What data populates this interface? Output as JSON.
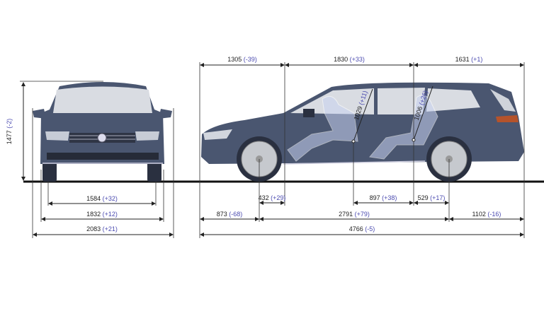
{
  "colors": {
    "delta": "#4b4bb0",
    "car_body": "#4a5670",
    "ground": "#111111"
  },
  "front_view": {
    "height": {
      "value": "1477",
      "delta": "(-2)"
    },
    "track": {
      "value": "1584",
      "delta": "(+32)"
    },
    "width": {
      "value": "1832",
      "delta": "(+12)"
    },
    "width_mirrors": {
      "value": "2083",
      "delta": "(+21)"
    }
  },
  "side_view": {
    "top": [
      {
        "value": "1305",
        "delta": "(-39)"
      },
      {
        "value": "1830",
        "delta": "(+33)"
      },
      {
        "value": "1631",
        "delta": "(+1)"
      }
    ],
    "headroom_front": {
      "value": "1029",
      "delta": "(+11)"
    },
    "headroom_rear": {
      "value": "1006",
      "delta": "(+26)"
    },
    "row1": [
      {
        "value": "432",
        "delta": "(+29)"
      },
      {
        "value": "897",
        "delta": "(+38)"
      },
      {
        "value": "529",
        "delta": "(+17)"
      }
    ],
    "row2": [
      {
        "value": "873",
        "delta": "(-68)"
      },
      {
        "value": "2791",
        "delta": "(+79)"
      },
      {
        "value": "1102",
        "delta": "(-16)"
      }
    ],
    "length": {
      "value": "4766",
      "delta": "(-5)"
    }
  }
}
